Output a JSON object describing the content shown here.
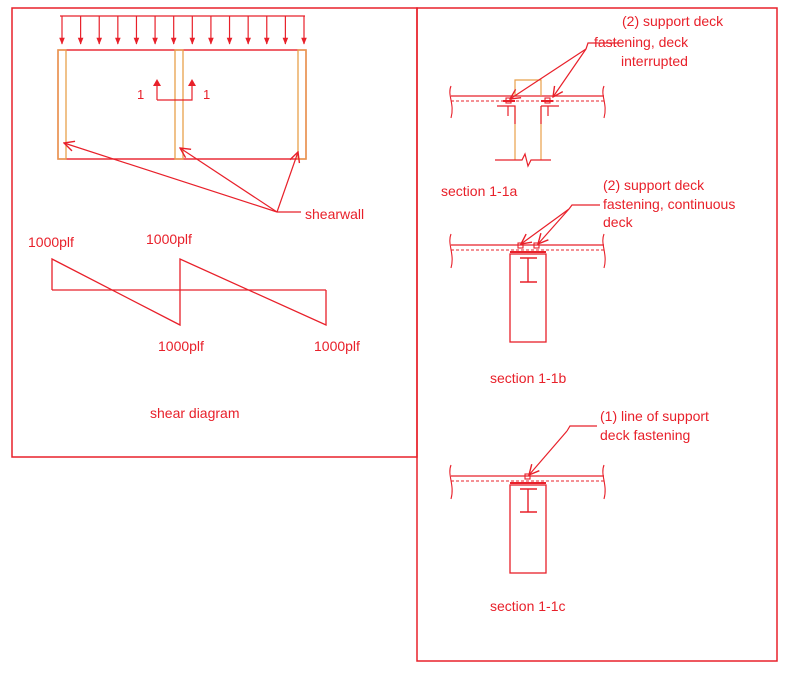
{
  "colors": {
    "line": "#e8202a",
    "wall": "#e8a04a",
    "background": "#ffffff"
  },
  "plan": {
    "section_mark_left": "1",
    "section_mark_right": "1",
    "shearwall_label": "shearwall"
  },
  "shear_diagram": {
    "title": "shear diagram",
    "labels": {
      "top_left": "1000plf",
      "top_middle": "1000plf",
      "bottom_middle": "1000plf",
      "bottom_right": "1000plf"
    }
  },
  "sections": {
    "a": {
      "title": "section 1-1a",
      "note_lines": [
        "(2) support deck",
        "fastening, deck",
        "interrupted"
      ]
    },
    "b": {
      "title": "section 1-1b",
      "note_lines": [
        "(2) support deck",
        "fastening, continuous",
        "deck"
      ]
    },
    "c": {
      "title": "section 1-1c",
      "note_lines": [
        "(1) line of support",
        "deck fastening"
      ]
    }
  }
}
